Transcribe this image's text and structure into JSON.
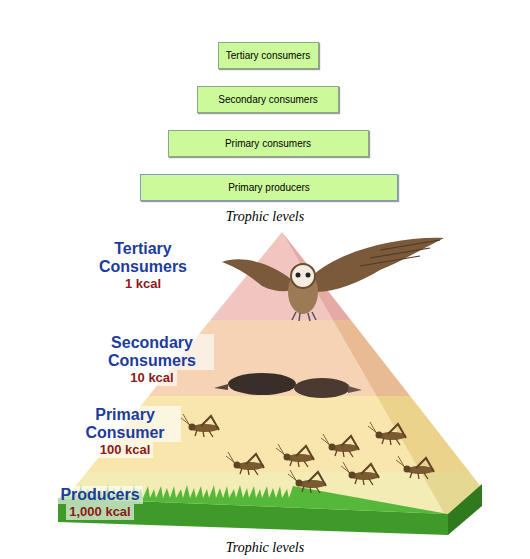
{
  "diagram": {
    "caption": "Trophic levels",
    "nodes": [
      {
        "text": [
          "Tertiary consumers"
        ]
      },
      {
        "text": [
          "Secondary consumers"
        ]
      },
      {
        "text": [
          "Primary consumers"
        ]
      },
      {
        "text": [
          "Primary producers"
        ]
      },
      {
        "text": [
          "Tertiary Consumers",
          "1 kcal"
        ]
      },
      {
        "text": [
          "Secondary Consumers",
          "10 kcal"
        ]
      },
      {
        "text": [
          "Primary Consumer",
          "100 kcal"
        ]
      },
      {
        "text": [
          "Producers",
          "1,000 kcal"
        ]
      }
    ],
    "labels": [
      "Trophic levels"
    ]
  }
}
